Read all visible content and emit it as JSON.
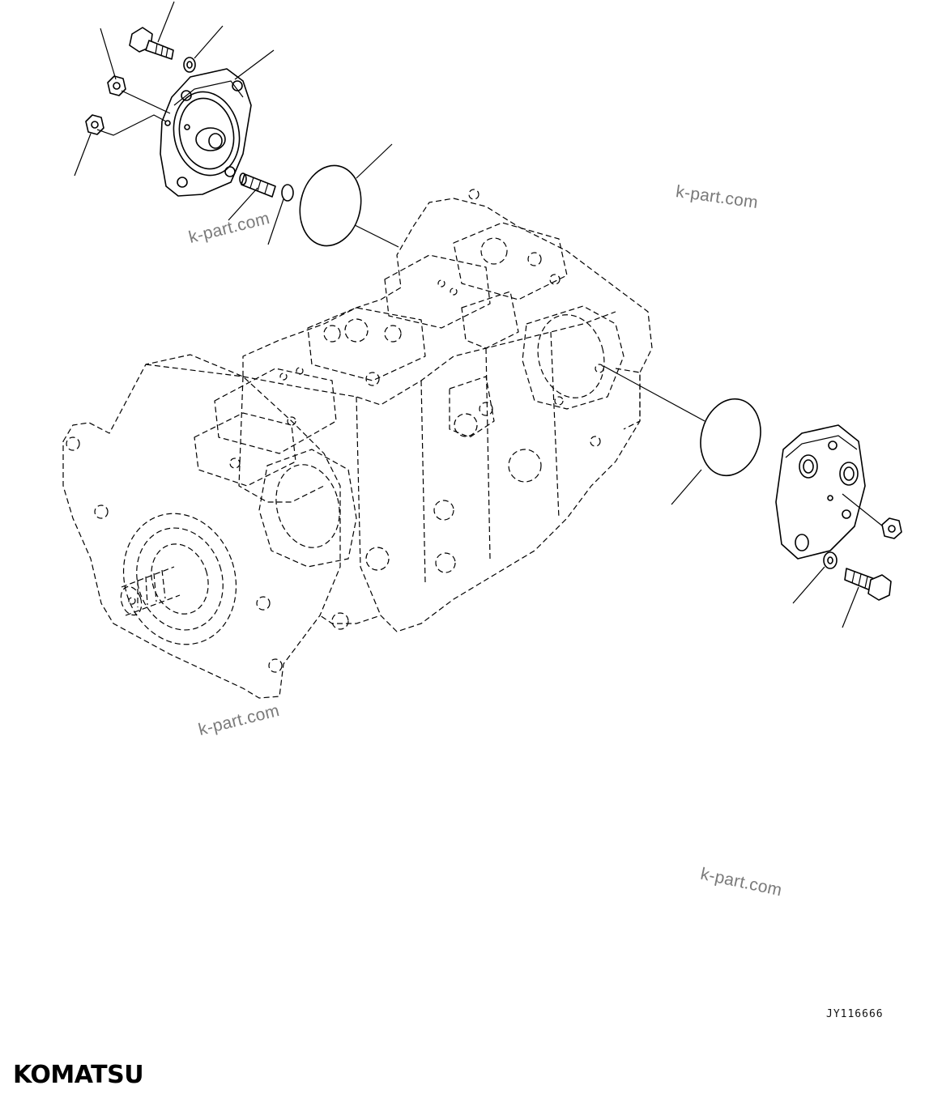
{
  "watermarks": [
    "k-part.com",
    "k-part.com",
    "k-part.com",
    "k-part.com"
  ],
  "illustration_code": "JY116666",
  "brand": "KOMATSU"
}
